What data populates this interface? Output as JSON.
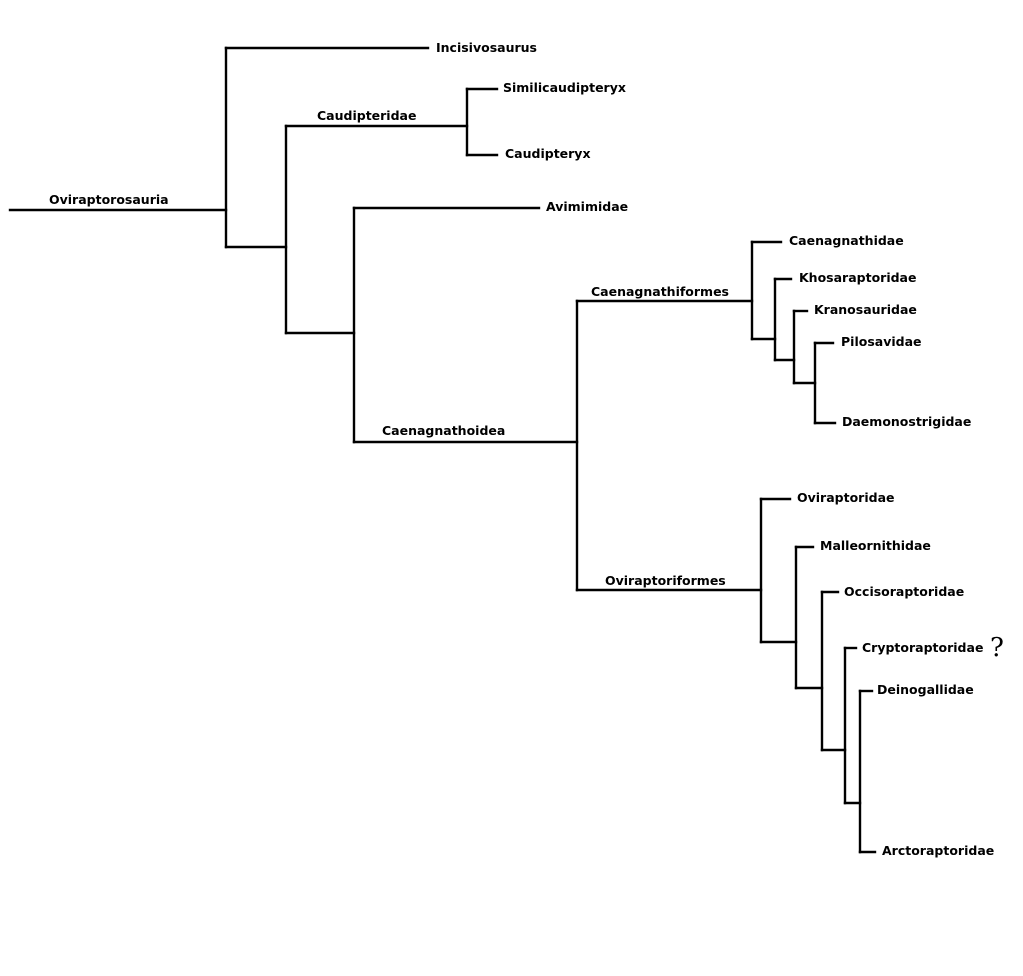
{
  "clades": {
    "root": "Oviraptorosauria",
    "caudipteridae": "Caudipteridae",
    "caenagnathoidea": "Caenagnathoidea",
    "caenagnathiformes": "Caenagnathiformes",
    "oviraptoriformes": "Oviraptoriformes"
  },
  "taxa": {
    "incisivosaurus": "Incisivosaurus",
    "similicaudipteryx": "Similicaudipteryx",
    "caudipteryx": "Caudipteryx",
    "avimimidae": "Avimimidae",
    "caenagnathidae": "Caenagnathidae",
    "khosaraptoridae": "Khosaraptoridae",
    "kranosauridae": "Kranosauridae",
    "pilosavidae": "Pilosavidae",
    "daemonostrigidae": "Daemonostrigidae",
    "oviraptoridae": "Oviraptoridae",
    "malleornithidae": "Malleornithidae",
    "occisoraptoridae": "Occisoraptoridae",
    "cryptoraptoridae": "Cryptoraptoridae",
    "deinogallidae": "Deinogallidae",
    "arctoraptoridae": "Arctoraptoridae"
  },
  "uncertainty_mark": "?"
}
